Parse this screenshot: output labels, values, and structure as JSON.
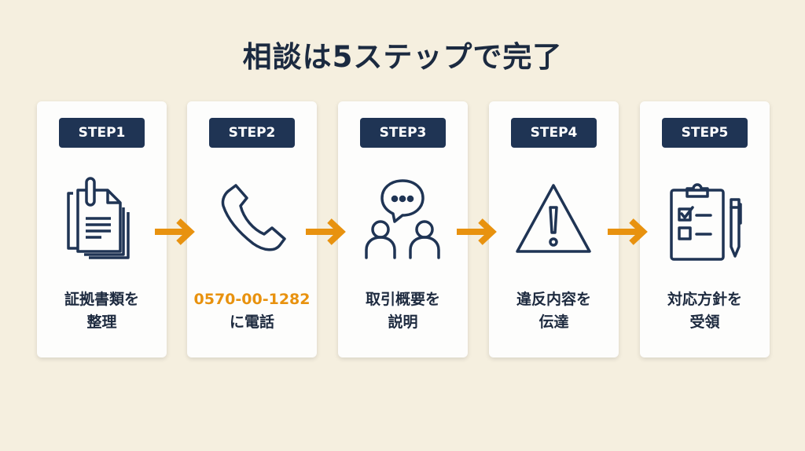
{
  "title": "相談は5ステップで完了",
  "colors": {
    "accent": "#e8920f",
    "navy": "#1f3454",
    "background": "#f5efdf"
  },
  "steps": [
    {
      "badge": "STEP1",
      "icon": "documents-icon",
      "line1": "証拠書類を",
      "line2": "整理"
    },
    {
      "badge": "STEP2",
      "icon": "phone-icon",
      "line1": "0570-00-1282",
      "line2": "に電話"
    },
    {
      "badge": "STEP3",
      "icon": "conversation-icon",
      "line1": "取引概要を",
      "line2": "説明"
    },
    {
      "badge": "STEP4",
      "icon": "warning-icon",
      "line1": "違反内容を",
      "line2": "伝達"
    },
    {
      "badge": "STEP5",
      "icon": "clipboard-checklist-icon",
      "line1": "対応方針を",
      "line2": "受領"
    }
  ]
}
